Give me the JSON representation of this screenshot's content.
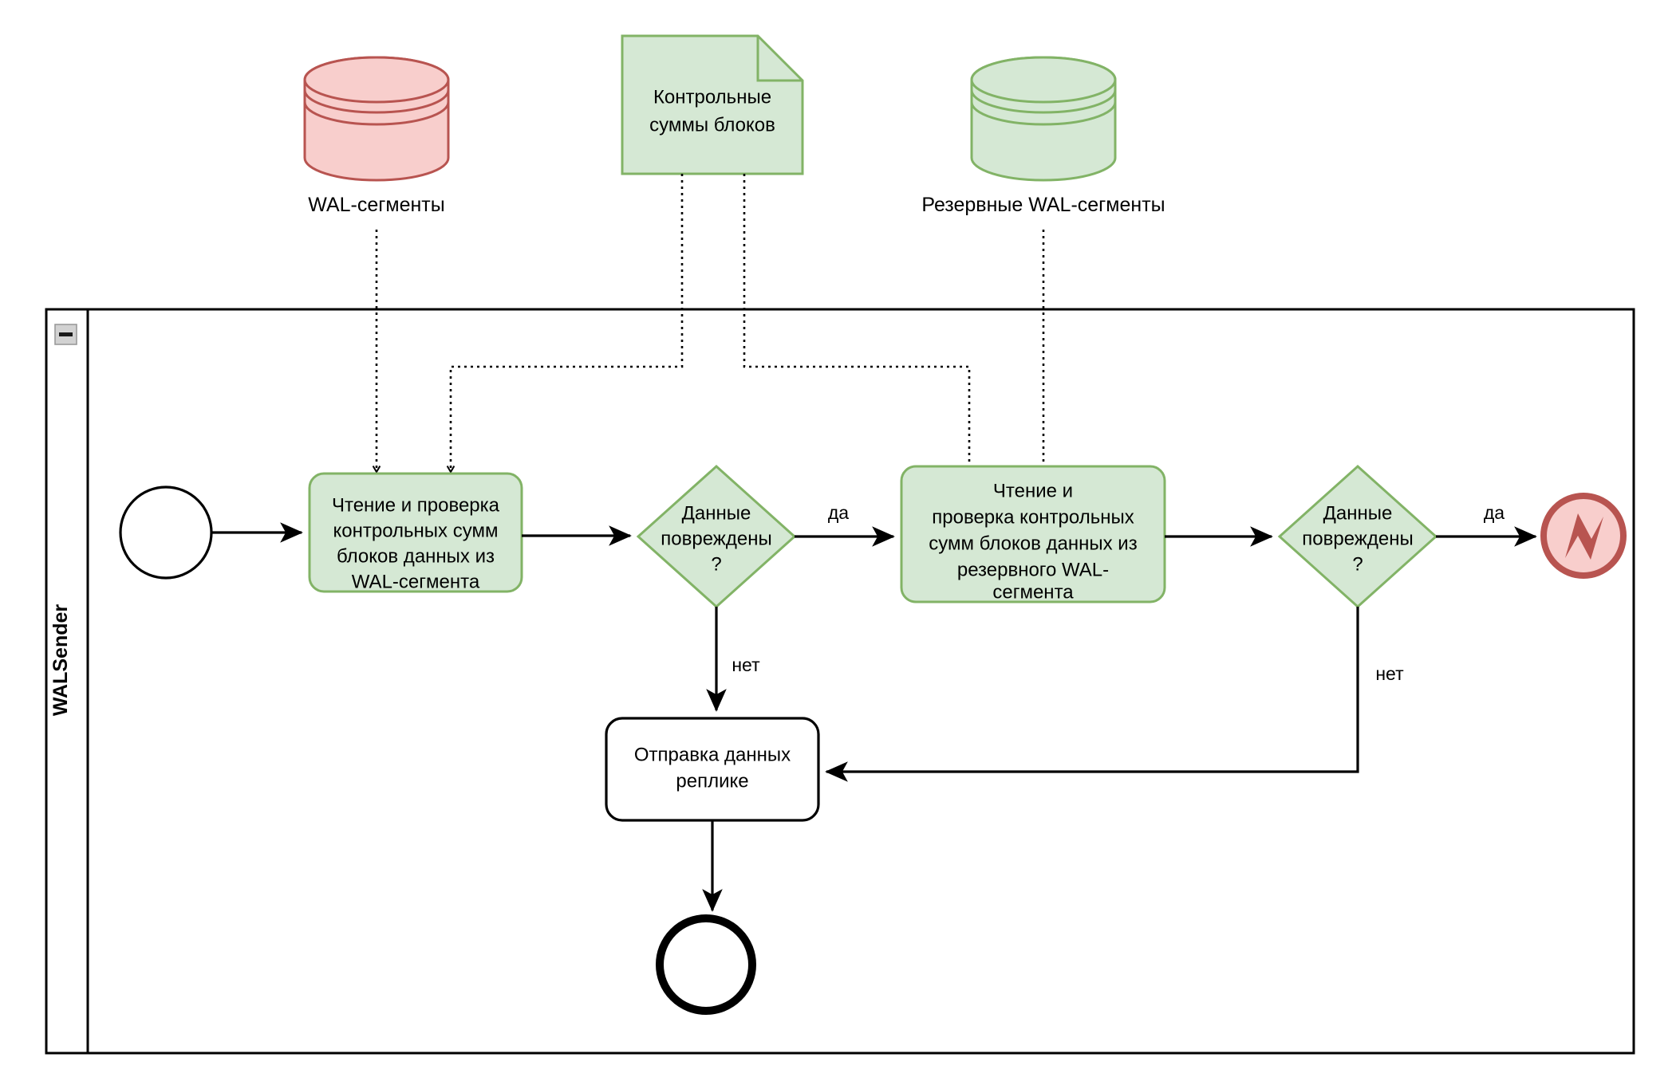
{
  "diagram": {
    "type": "bpmn-process-flow",
    "title_visible": false,
    "colors": {
      "green_fill": "#d5e8d4",
      "green_stroke": "#82b366",
      "red_fill": "#f8cecc",
      "red_stroke": "#b85450",
      "white_fill": "#ffffff",
      "black_stroke": "#000000"
    }
  },
  "pool": {
    "name": "WALSender",
    "collapse_icon": "minus-box-icon"
  },
  "data_stores": [
    {
      "id": "wal-segments",
      "shape": "cylinder",
      "caption": "WAL-сегменты",
      "color": "red"
    },
    {
      "id": "block-checksums",
      "shape": "data-object",
      "label_line1": "Контрольные",
      "label_line2": "суммы блоков",
      "color": "green"
    },
    {
      "id": "backup-wal-segments",
      "shape": "cylinder",
      "caption": "Резервные WAL-сегменты",
      "color": "green"
    }
  ],
  "nodes": [
    {
      "id": "start-event",
      "type": "start-event",
      "label": ""
    },
    {
      "id": "task-read-wal",
      "type": "task",
      "color": "green",
      "lines": [
        "Чтение и проверка",
        "контрольных сумм",
        "блоков данных из",
        "WAL-сегмента"
      ]
    },
    {
      "id": "gateway-corrupt-1",
      "type": "gateway",
      "color": "green",
      "lines": [
        "Данные",
        "повреждены",
        "?"
      ]
    },
    {
      "id": "task-read-backup-wal",
      "type": "task",
      "color": "green",
      "lines": [
        "Чтение и",
        "проверка контрольных",
        "сумм блоков данных из",
        "резервного WAL-",
        "сегмента"
      ]
    },
    {
      "id": "gateway-corrupt-2",
      "type": "gateway",
      "color": "green",
      "lines": [
        "Данные",
        "повреждены",
        "?"
      ]
    },
    {
      "id": "error-end-event",
      "type": "error-end-event",
      "color": "red",
      "icon": "lightning-bolt-icon",
      "label": ""
    },
    {
      "id": "task-send-data",
      "type": "task",
      "color": "white",
      "lines": [
        "Отправка данных",
        "реплике"
      ]
    },
    {
      "id": "end-event",
      "type": "end-event",
      "label": ""
    }
  ],
  "edge_labels": {
    "gateway1_yes": "да",
    "gateway1_no": "нет",
    "gateway2_yes": "да",
    "gateway2_no": "нет"
  }
}
